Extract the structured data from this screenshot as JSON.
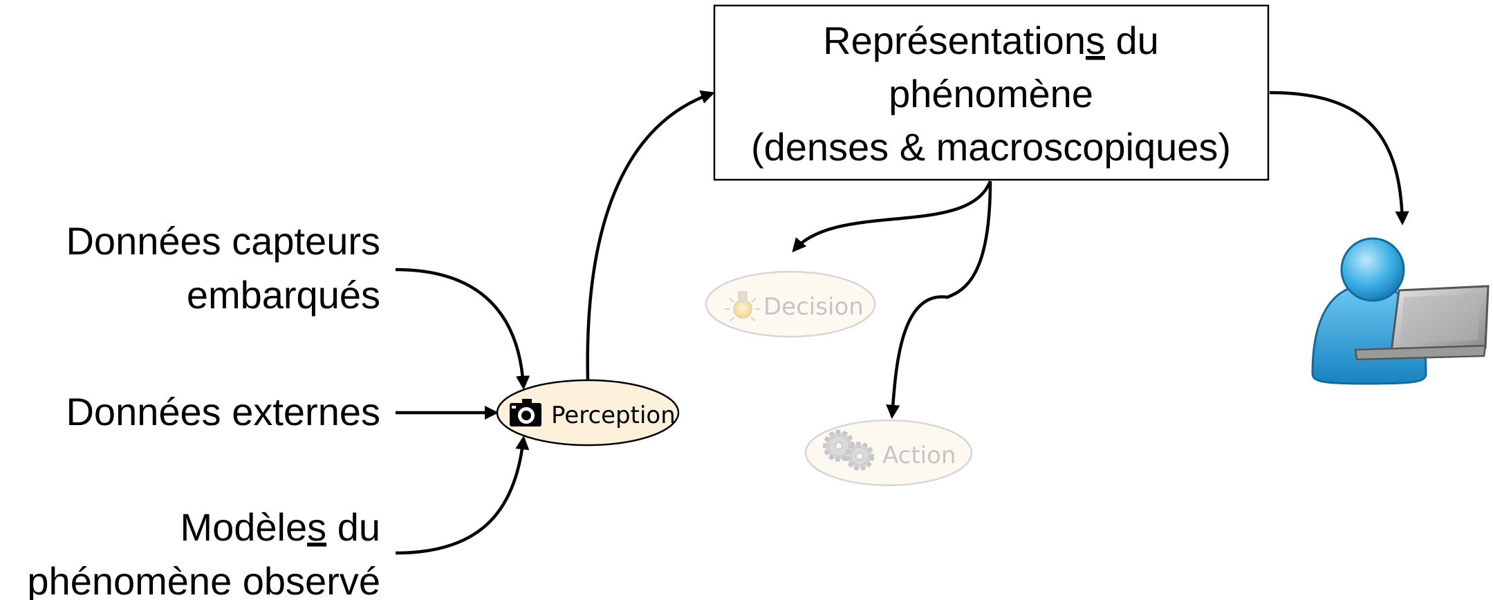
{
  "inputs": {
    "sensor_line1": "Données capteurs",
    "sensor_line2": "embarqués",
    "external": "Données externes",
    "models_line1_a": "Modèle",
    "models_line1_u": "s",
    "models_line1_b": " du",
    "models_line2": "phénomène observé"
  },
  "representations": {
    "line1_a": "Représentation",
    "line1_u": "s",
    "line1_b": " du",
    "line2": "phénomène",
    "line3": "(denses & macroscopiques)"
  },
  "nodes": {
    "perception": "Perception",
    "decision": "Decision",
    "action": "Action"
  },
  "colors": {
    "perception_fill": "#fdf1dc",
    "faded_fill": "#fdf7ee",
    "faded_text": "#bbbbbb",
    "user_blue": "#2ea3dc"
  }
}
